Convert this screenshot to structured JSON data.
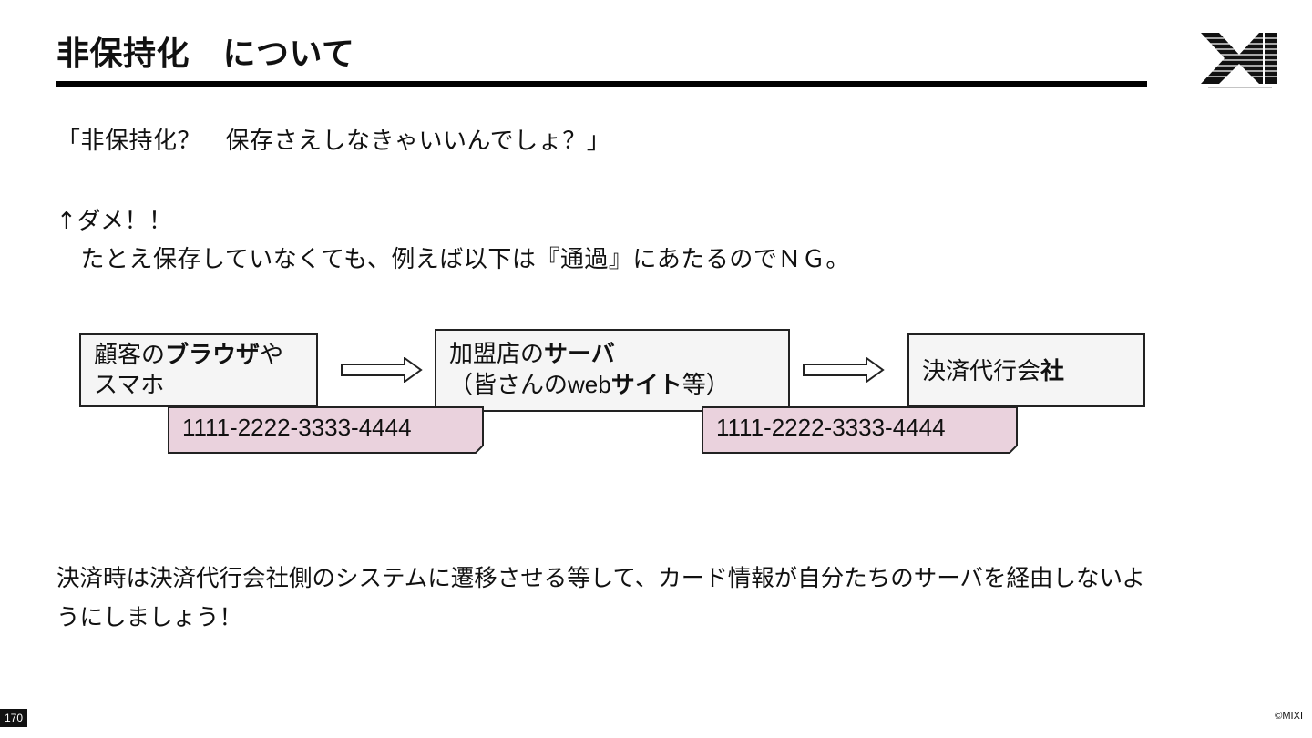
{
  "slide": {
    "title": "非保持化　について",
    "quote": "「非保持化？　保存さえしなきゃいいんでしょ？」",
    "answer_line1": "↑ダメ！！",
    "answer_line2": "　たとえ保存していなくても、例えば以下は『通過』にあたるのでＮＧ。",
    "conclusion_line1": "決済時は決済代行会社側のシステムに遷移させる等して、カード情報が自分たちのサーバを経由しないよ",
    "conclusion_line2": "うにしましょう！",
    "page_number": "170",
    "copyright": "©MIXI",
    "logo_text": "XI"
  },
  "diagram": {
    "customer": {
      "line1_a": "顧客の",
      "line1_b": "ブラウザ",
      "line1_c": "や",
      "line2": "スマホ"
    },
    "merchant": {
      "line1_a": "加盟店の",
      "line1_b": "サーバ",
      "line2_a": "（皆さんの",
      "line2_b": "web",
      "line2_c": "サイト",
      "line2_d": "等）"
    },
    "psp": {
      "label_a": "決済代行会",
      "label_b": "社"
    },
    "card_number_1": "1111-2222-3333-4444",
    "card_number_2": "1111-2222-3333-4444"
  },
  "colors": {
    "note_fill": "#ead2dd",
    "box_fill": "#f5f5f5",
    "rule": "#000000"
  }
}
